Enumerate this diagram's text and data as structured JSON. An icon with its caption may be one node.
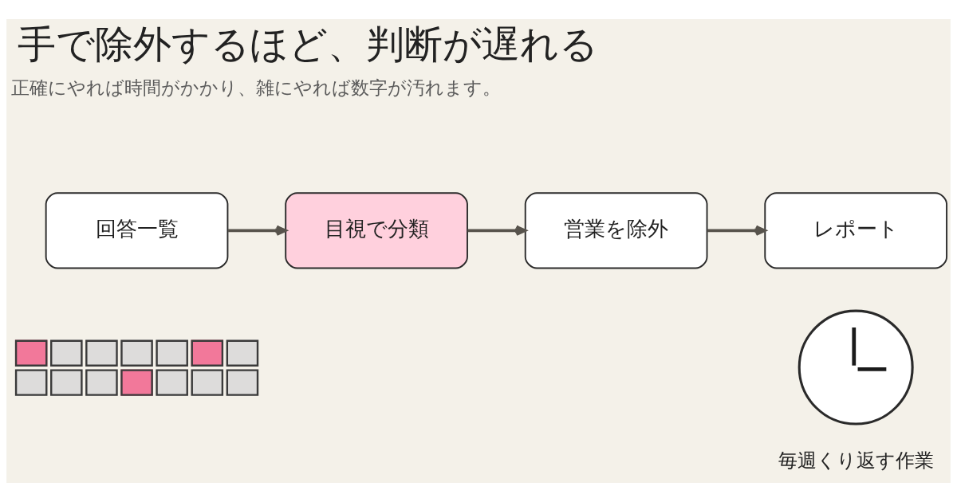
{
  "diagram": {
    "title": "手で除外するほど、判断が遅れる",
    "nodes": [
      {
        "text": [
          "回答一覧"
        ]
      },
      {
        "text": [
          "目視で分類"
        ]
      },
      {
        "text": [
          "営業を除外"
        ]
      },
      {
        "text": [
          "レポート"
        ]
      },
      {
        "text": [],
        "shape": "picture"
      },
      {
        "text": [],
        "shape": "picture",
        "beside": [
          "毎週くり返す作業"
        ]
      }
    ],
    "edges": [
      {
        "from": 0,
        "to": 1,
        "arrow": "to"
      },
      {
        "from": 1,
        "to": 2,
        "arrow": "to"
      },
      {
        "from": 2,
        "to": 3,
        "arrow": "to"
      }
    ],
    "labels": [
      "正確にやれば時間がかかり、雑にやれば数字が汚れます。"
    ]
  }
}
